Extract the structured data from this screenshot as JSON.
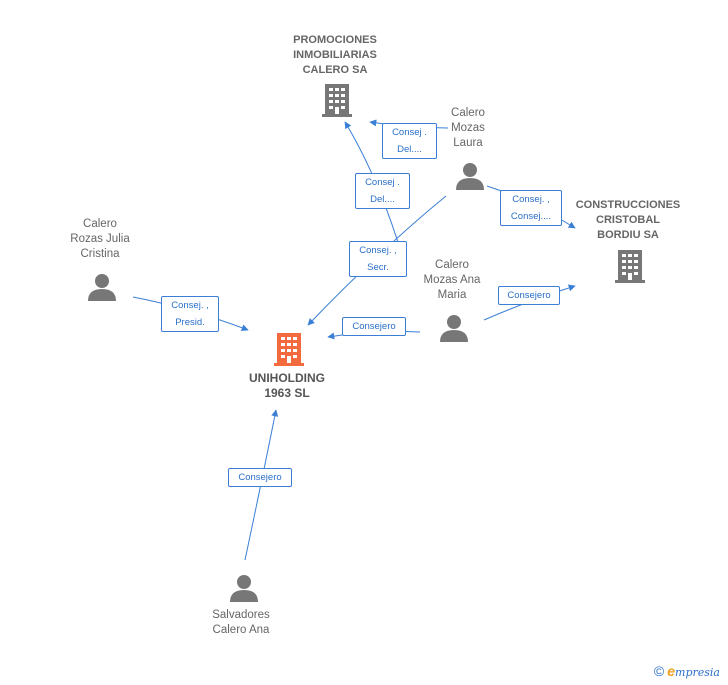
{
  "nodes": {
    "promociones": {
      "label": "PROMOCIONES\nINMOBILIARIAS\nCALERO SA",
      "type": "company",
      "icon": "building-icon"
    },
    "construcciones": {
      "label": "CONSTRUCCIONES\nCRISTOBAL\nBORDIU SA",
      "type": "company",
      "icon": "building-icon"
    },
    "uniholding": {
      "label": "UNIHOLDING\n1963  SL",
      "type": "company",
      "icon": "building-icon",
      "highlight": true
    },
    "laura": {
      "label": "Calero\nMozas\nLaura",
      "type": "person",
      "icon": "person-icon"
    },
    "julia": {
      "label": "Calero\nRozas Julia\nCristina",
      "type": "person",
      "icon": "person-icon"
    },
    "anamaria": {
      "label": "Calero\nMozas Ana\nMaria",
      "type": "person",
      "icon": "person-icon"
    },
    "salvadores": {
      "label": "Salvadores\nCalero Ana",
      "type": "person",
      "icon": "person-icon"
    }
  },
  "edges": {
    "laura_promo": "Consej .\nDel....",
    "anamaria_promo": "Consej .\nDel....",
    "laura_constr": "Consej. ,\nConsej....",
    "laura_uni": "Consej. ,\nSecr.",
    "julia_uni": "Consej. ,\nPresid.",
    "anamaria_uni": "Consejero",
    "anamaria_constr": "Consejero",
    "salvadores_uni": "Consejero"
  },
  "colors": {
    "company": "#777777",
    "highlight": "#f26a3d",
    "person": "#777777",
    "edge": "#3a7fd5"
  },
  "brand": {
    "copyright": "©",
    "e": "e",
    "rest": "mpresia"
  }
}
